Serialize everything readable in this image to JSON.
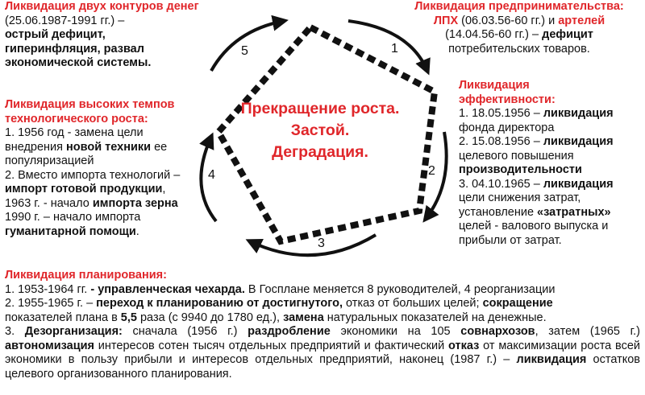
{
  "center_title": [
    "Прекращение роста.",
    "Застой.",
    "Деградация."
  ],
  "cycle_numbers": [
    "1",
    "2",
    "3",
    "4",
    "5"
  ],
  "block_top_left": {
    "title": "Ликвидация двух контуров денег",
    "line1": "(25.06.1987-1991 гг.) –",
    "line2": "острый дефицит,",
    "line3": "гиперинфляция, развал",
    "line4": "экономической системы."
  },
  "block_top_right": {
    "title_pre": "Ликвидация предпринимательства:",
    "lpkh": "ЛПХ",
    "lpkh_date": " (06.03.56-60 гг.) и ",
    "arteli": "артелей",
    "arteli_date": "(14.04.56-60 гг.)  – ",
    "deficit": "дефицит",
    "goods": "потребительских товаров."
  },
  "block_right": {
    "title1": "Ликвидация",
    "title2": "эффективности:",
    "i1_pre": "1. 18.05.1956 – ",
    "i1_b": "ликвидация",
    "i1_rest": "фонда директора",
    "i2_pre": "2. 15.08.1956 – ",
    "i2_b": "ликвидация",
    "i2_l2": "целевого повышения",
    "i2_l3": "производительности",
    "i3_pre": "3. 04.10.1965 – ",
    "i3_b": "ликвидация",
    "i3_l2": "цели снижения затрат,",
    "i3_l3_pre": "установление ",
    "i3_l3_b": "«затратных»",
    "i3_l4": "целей - валового выпуска и",
    "i3_l5": "прибыли от затрат."
  },
  "block_left": {
    "title1": "Ликвидация высоких темпов",
    "title2": "технологического роста:",
    "l1": "1. 1956 год - замена цели",
    "l2_pre": "внедрения ",
    "l2_b": "новой техники",
    "l2_post": " ее",
    "l3": "популяризацией",
    "l4": "2. Вместо импорта технологий –",
    "l5_b": "импорт готовой продукции",
    "l5_post": ",",
    "l6_pre": "1963 г. - начало ",
    "l6_b": "импорта зерна",
    "l7": "1990 г. – начало импорта",
    "l8_b": "гуманитарной помощи",
    "l8_post": "."
  },
  "block_bottom": {
    "title": "Ликвидация планирования:",
    "p1_pre": "1. 1953-1964 гг. ",
    "p1_b": "- управленческая чехарда.",
    "p1_post": " В Госплане меняется 8 руководителей, 4 реорганизации",
    "p2_pre": "2. 1955-1965 г. – ",
    "p2_b1": "переход к планированию от достигнутого,",
    "p2_mid": " отказ от больших целей; ",
    "p2_b2": "сокращение",
    "p2_l2_pre": "показателей плана в ",
    "p2_l2_b": "5,5",
    "p2_l2_mid": " раза (с 9940 до 1780 ед.), ",
    "p2_l2_b2": "замена",
    "p2_l2_post": " натуральных показателей на денежные.",
    "p3_pre": "3. ",
    "p3_b1": "Дезорганизация:",
    "p3_a": "  сначала (1956 г.) ",
    "p3_b2": "раздробление",
    "p3_c": " экономики на 105 ",
    "p3_b3": "совнархозов",
    "p3_d": ", затем (1965 г.) ",
    "p3_b4": "автономизация",
    "p3_e": " интересов сотен тысяч отдельных предприятий и фактический ",
    "p3_b5": "отказ",
    "p3_f": " от максимизации роста всей экономики в пользу прибыли и интересов отдельных предприятий, наконец (1987 г.) – ",
    "p3_b6": "ликвидация",
    "p3_g": " остатков целевого организованного планирования."
  }
}
